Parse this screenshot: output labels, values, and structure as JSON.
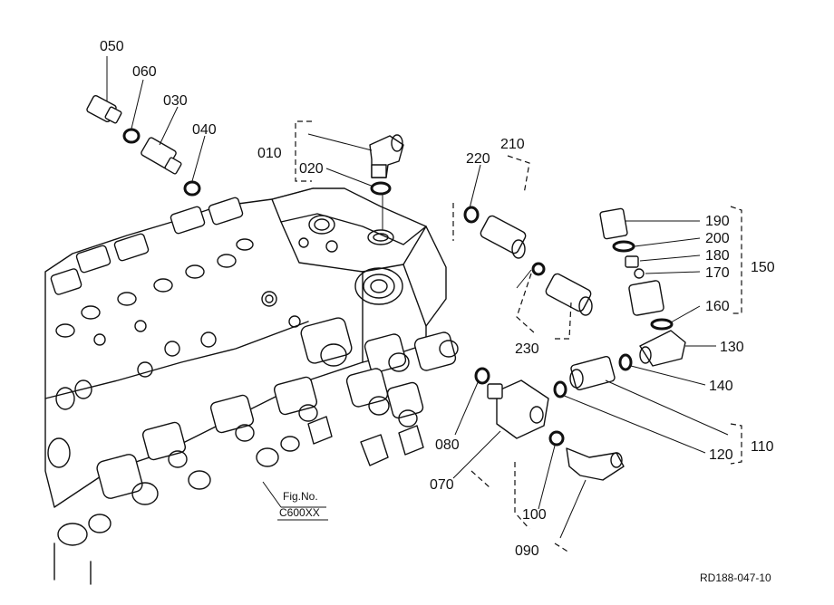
{
  "diagram": {
    "parts": [
      {
        "id": "p050",
        "label": "050"
      },
      {
        "id": "p060",
        "label": "060"
      },
      {
        "id": "p030",
        "label": "030"
      },
      {
        "id": "p040",
        "label": "040"
      },
      {
        "id": "p010",
        "label": "010"
      },
      {
        "id": "p020",
        "label": "020"
      },
      {
        "id": "p220",
        "label": "220"
      },
      {
        "id": "p210",
        "label": "210"
      },
      {
        "id": "p230",
        "label": "230"
      },
      {
        "id": "p190",
        "label": "190"
      },
      {
        "id": "p200",
        "label": "200"
      },
      {
        "id": "p180",
        "label": "180"
      },
      {
        "id": "p170",
        "label": "170"
      },
      {
        "id": "p150",
        "label": "150"
      },
      {
        "id": "p160",
        "label": "160"
      },
      {
        "id": "p130",
        "label": "130"
      },
      {
        "id": "p140",
        "label": "140"
      },
      {
        "id": "p110",
        "label": "110"
      },
      {
        "id": "p120",
        "label": "120"
      },
      {
        "id": "p080",
        "label": "080"
      },
      {
        "id": "p070",
        "label": "070"
      },
      {
        "id": "p100",
        "label": "100"
      },
      {
        "id": "p090",
        "label": "090"
      }
    ],
    "fig_ref": {
      "line1": "Fig.No.",
      "line2": "C600XX"
    },
    "drawing_code": "RD188-047-10"
  }
}
